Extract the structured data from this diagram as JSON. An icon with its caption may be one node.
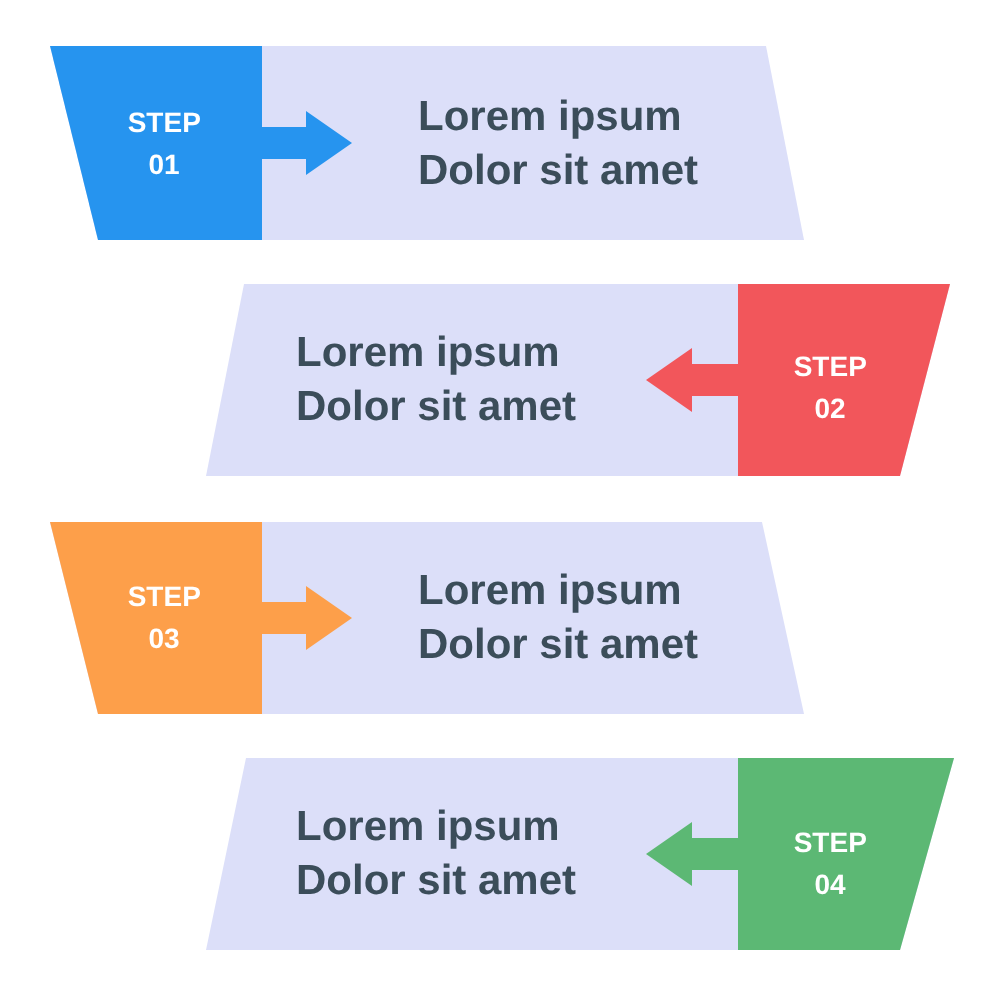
{
  "diagram": {
    "nodes": [
      {
        "text": [],
        "shape": "band"
      },
      {
        "text": [
          "STEP 01"
        ],
        "in": 0
      },
      {
        "text": [
          "Lorem ipsum Dolor sit amet"
        ],
        "in": 0
      },
      {
        "text": [],
        "shape": "band"
      },
      {
        "text": [
          "Lorem ipsum Dolor sit amet"
        ],
        "in": 3
      },
      {
        "text": [
          "STEP 02"
        ],
        "in": 3
      },
      {
        "text": [],
        "shape": "band"
      },
      {
        "text": [
          "STEP 03"
        ],
        "in": 6
      },
      {
        "text": [
          "Lorem ipsum Dolor sit amet"
        ],
        "in": 6
      },
      {
        "text": [],
        "shape": "band"
      },
      {
        "text": [
          "Lorem ipsum Dolor sit amet"
        ],
        "in": 9
      },
      {
        "text": [
          "STEP 04"
        ],
        "in": 9
      }
    ],
    "edges": [
      {
        "from": 1,
        "to": 2,
        "arrow": "to",
        "color": "#2694ef"
      },
      {
        "from": 5,
        "to": 4,
        "arrow": "to",
        "color": "#f2565b"
      },
      {
        "from": 7,
        "to": 8,
        "arrow": "to",
        "color": "#fd9f4a"
      },
      {
        "from": 11,
        "to": 10,
        "arrow": "to",
        "color": "#5cb874"
      }
    ]
  }
}
